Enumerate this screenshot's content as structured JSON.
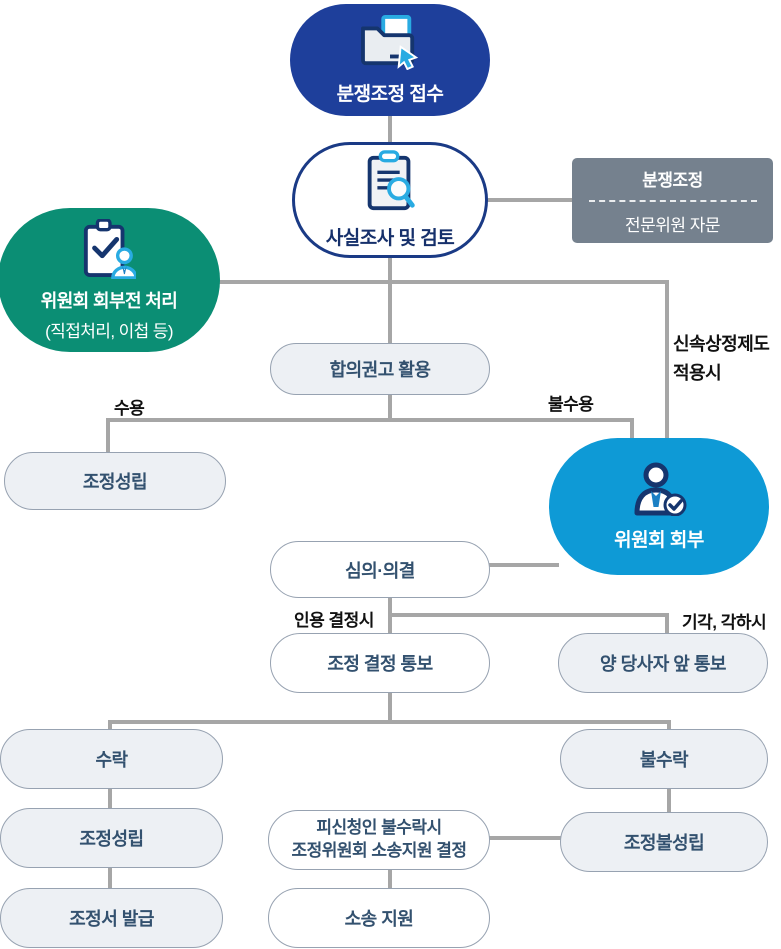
{
  "nodes": {
    "dispute_receipt": "분쟁조정 접수",
    "fact_investigation": "사실조사 및 검토",
    "advisory": {
      "title": "분쟁조정",
      "subtitle": "전문위원 자문"
    },
    "pre_referral": {
      "line1": "위원회 회부전 처리",
      "line2": "(직접처리, 이첩 등)"
    },
    "settlement_recommendation": "합의권고 활용",
    "mediation_established": "조정성립",
    "committee_referral": "위원회 회부",
    "deliberation": "심의·의결",
    "decision_notification": "조정 결정 통보",
    "notification_to_parties": "양 당사자 앞 통보",
    "acceptance": "수락",
    "non_acceptance": "불수락",
    "mediation_established_final": "조정성립",
    "mediation_not_established": "조정불성립",
    "mediation_document_issue": "조정서 발급",
    "lawsuit_support_decision": {
      "line1": "피신청인 불수락시",
      "line2": "조정위원회 소송지원 결정"
    },
    "lawsuit_support": "소송 지원"
  },
  "edge_labels": {
    "acceptance": "수용",
    "non_acceptance": "불수용",
    "fast_track": {
      "line1": "신속상정제도",
      "line2": "적용시"
    },
    "upheld": "인용 결정시",
    "dismissed": "기각, 각하시"
  },
  "icons": {
    "receipt": "folder-cursor-icon",
    "investigation": "clipboard-search-icon",
    "pre_referral": "clipboard-check-person-icon",
    "referral": "person-check-icon"
  },
  "colors": {
    "navy": "#1e3f9b",
    "navy_border": "#1a3a85",
    "navy_text": "#16306b",
    "navy_dark": "#15356e",
    "green": "#0b8e74",
    "blue": "#0e9ad6",
    "slate": "#75818e",
    "cyan": "#29abe2",
    "tie": "#1b80c4",
    "pill_fill": "#edf0f4",
    "pill_border": "#97a2b1",
    "pill_text": "#33516f",
    "line": "#a6a6a6",
    "label": "#111111"
  }
}
